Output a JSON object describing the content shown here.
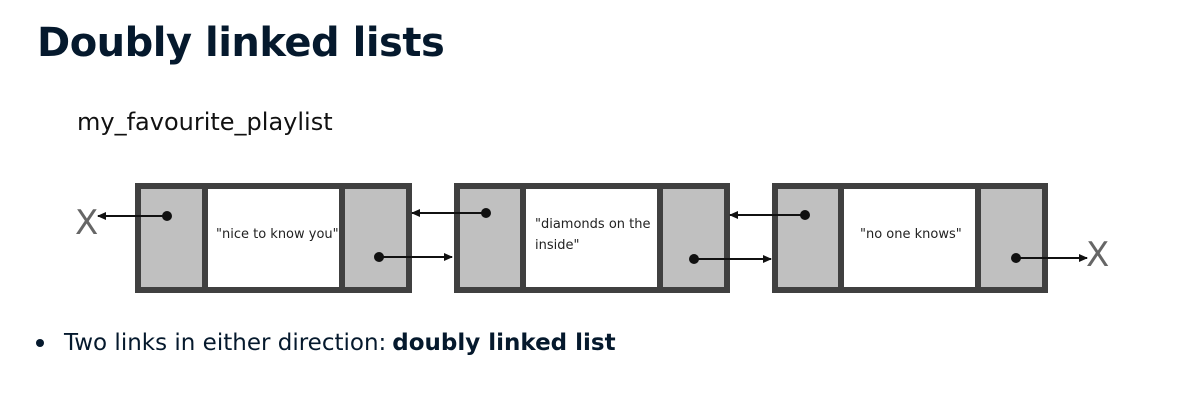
{
  "slide": {
    "title": "Doubly linked lists"
  },
  "diagram": {
    "variable_name": "my_favourite_playlist",
    "null_marker": "X",
    "nodes": [
      {
        "value_lines": [
          "\"nice to know you\""
        ]
      },
      {
        "value_lines": [
          "\"diamonds on the",
          "inside\""
        ]
      },
      {
        "value_lines": [
          "\"no one knows\""
        ]
      }
    ],
    "colors": {
      "node_border": "#404040",
      "pointer_cell": "#c0c0c0",
      "value_cell": "#ffffff",
      "null_marker": "#666666"
    }
  },
  "bullets": [
    {
      "text": "Two links in either direction:",
      "bold": "doubly linked list"
    }
  ]
}
